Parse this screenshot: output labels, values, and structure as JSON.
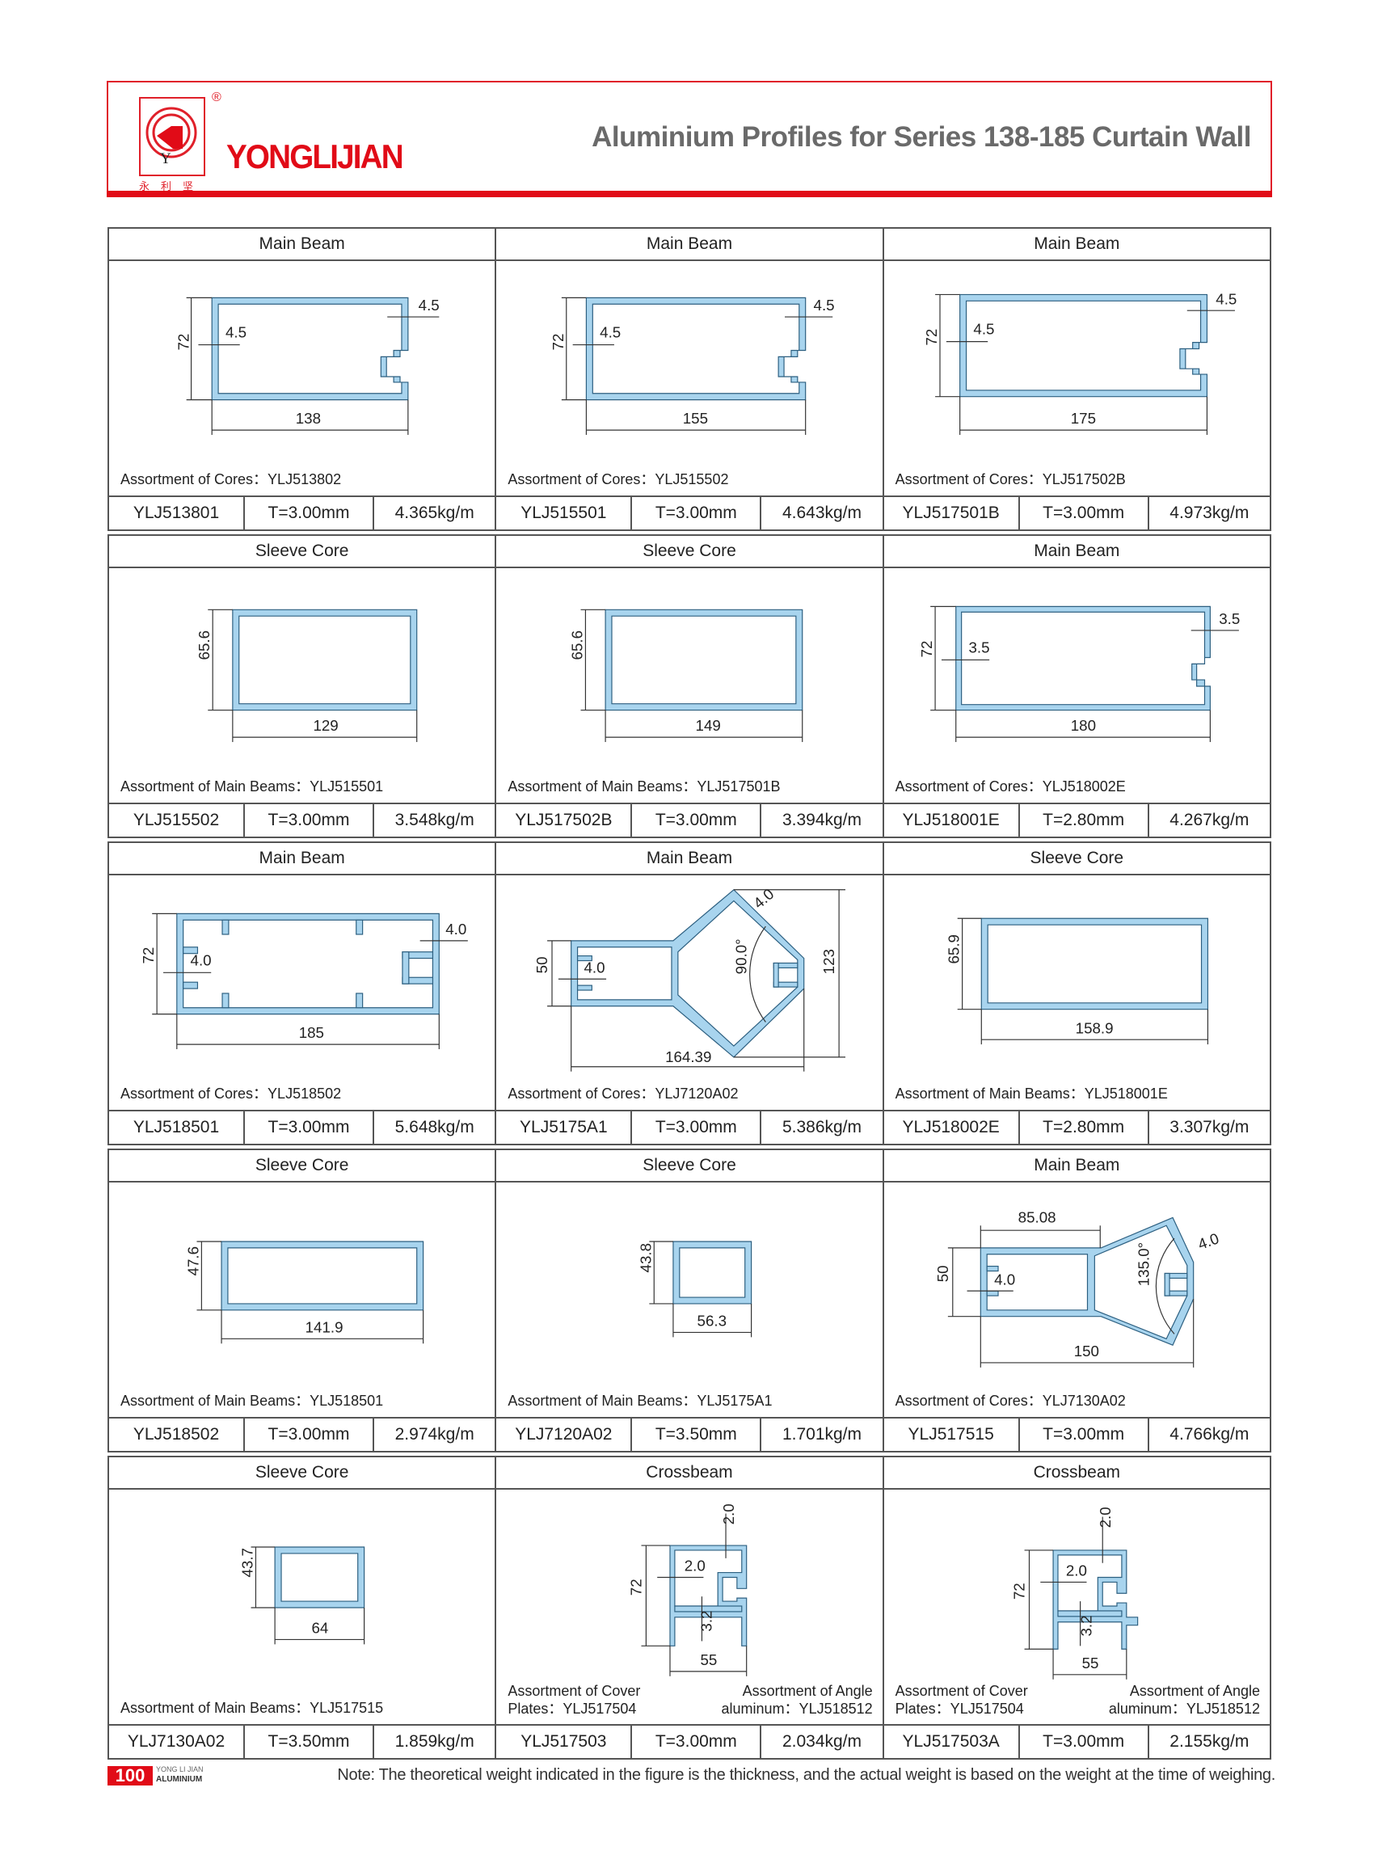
{
  "header": {
    "brand": "YONGLIJIAN",
    "brand_cn": "永利坚",
    "registered": "®",
    "title": "Aluminium Profiles for Series 138-185 Curtain Wall"
  },
  "cells": [
    {
      "title": "Main Beam",
      "width": "138",
      "height": "72",
      "wall_l": "4.5",
      "wall_r": "4.5",
      "assort": "Assortment of Cores：YLJ513802",
      "code": "YLJ513801",
      "thickness": "T=3.00mm",
      "weight": "4.365kg/m"
    },
    {
      "title": "Main Beam",
      "width": "155",
      "height": "72",
      "wall_l": "4.5",
      "wall_r": "4.5",
      "assort": "Assortment of Cores：YLJ515502",
      "code": "YLJ515501",
      "thickness": "T=3.00mm",
      "weight": "4.643kg/m"
    },
    {
      "title": "Main Beam",
      "width": "175",
      "height": "72",
      "wall_l": "4.5",
      "wall_r": "4.5",
      "assort": "Assortment of Cores：YLJ517502B",
      "code": "YLJ517501B",
      "thickness": "T=3.00mm",
      "weight": "4.973kg/m"
    },
    {
      "title": "Sleeve Core",
      "width": "129",
      "height": "65.6",
      "assort": "Assortment of Main Beams：YLJ515501",
      "code": "YLJ515502",
      "thickness": "T=3.00mm",
      "weight": "3.548kg/m"
    },
    {
      "title": "Sleeve Core",
      "width": "149",
      "height": "65.6",
      "assort": "Assortment of Main Beams：YLJ517501B",
      "code": "YLJ517502B",
      "thickness": "T=3.00mm",
      "weight": "3.394kg/m"
    },
    {
      "title": "Main Beam",
      "width": "180",
      "height": "72",
      "wall_l": "3.5",
      "wall_r": "3.5",
      "assort": "Assortment of Cores：YLJ518002E",
      "code": "YLJ518001E",
      "thickness": "T=2.80mm",
      "weight": "4.267kg/m"
    },
    {
      "title": "Main Beam",
      "width": "185",
      "height": "72",
      "wall_l": "4.0",
      "wall_r": "4.0",
      "assort": "Assortment of Cores：YLJ518502",
      "code": "YLJ518501",
      "thickness": "T=3.00mm",
      "weight": "5.648kg/m"
    },
    {
      "title": "Main Beam",
      "width": "164.39",
      "height": "50",
      "height2": "123",
      "wall_l": "4.0",
      "wall_r": "4.0",
      "angle": "90.0°",
      "assort": "Assortment of Cores：YLJ7120A02",
      "code": "YLJ5175A1",
      "thickness": "T=3.00mm",
      "weight": "5.386kg/m"
    },
    {
      "title": "Sleeve Core",
      "width": "158.9",
      "height": "65.9",
      "assort": "Assortment of Main Beams：YLJ518001E",
      "code": "YLJ518002E",
      "thickness": "T=2.80mm",
      "weight": "3.307kg/m"
    },
    {
      "title": "Sleeve Core",
      "width": "141.9",
      "height": "47.6",
      "assort": "Assortment of Main Beams：YLJ518501",
      "code": "YLJ518502",
      "thickness": "T=3.00mm",
      "weight": "2.974kg/m"
    },
    {
      "title": "Sleeve Core",
      "width": "56.3",
      "height": "43.8",
      "assort": "Assortment of Main Beams：YLJ5175A1",
      "code": "YLJ7120A02",
      "thickness": "T=3.50mm",
      "weight": "1.701kg/m"
    },
    {
      "title": "Main Beam",
      "width": "150",
      "width2": "85.08",
      "height": "50",
      "wall_l": "4.0",
      "wall_r": "4.0",
      "angle": "135.0°",
      "assort": "Assortment of Cores：YLJ7130A02",
      "code": "YLJ517515",
      "thickness": "T=3.00mm",
      "weight": "4.766kg/m"
    },
    {
      "title": "Sleeve Core",
      "width": "64",
      "height": "43.7",
      "assort": "Assortment of Main Beams：YLJ517515",
      "code": "YLJ7130A02",
      "thickness": "T=3.50mm",
      "weight": "1.859kg/m"
    },
    {
      "title": "Crossbeam",
      "width": "55",
      "height": "72",
      "wall_top": "2.0",
      "wall_l": "2.0",
      "wall_mid": "3.2",
      "assort_l1": "Assortment of Cover",
      "assort_l2": "Plates：YLJ517504",
      "assort_r1": "Assortment of Angle",
      "assort_r2": "aluminum：YLJ518512",
      "code": "YLJ517503",
      "thickness": "T=3.00mm",
      "weight": "2.034kg/m"
    },
    {
      "title": "Crossbeam",
      "width": "55",
      "height": "72",
      "wall_top": "2.0",
      "wall_l": "2.0",
      "wall_mid": "3.2",
      "assort_l1": "Assortment of Cover",
      "assort_l2": "Plates：YLJ517504",
      "assort_r1": "Assortment of Angle",
      "assort_r2": "aluminum：YLJ518512",
      "code": "YLJ517503A",
      "thickness": "T=3.00mm",
      "weight": "2.155kg/m"
    }
  ],
  "footer": {
    "page_number": "100",
    "brand_line1": "YONG LI JIAN",
    "brand_line2": "ALUMINIUM",
    "note": "Note: The theoretical weight indicated in the figure is the thickness, and the actual weight is based on the weight at the time of weighing."
  }
}
